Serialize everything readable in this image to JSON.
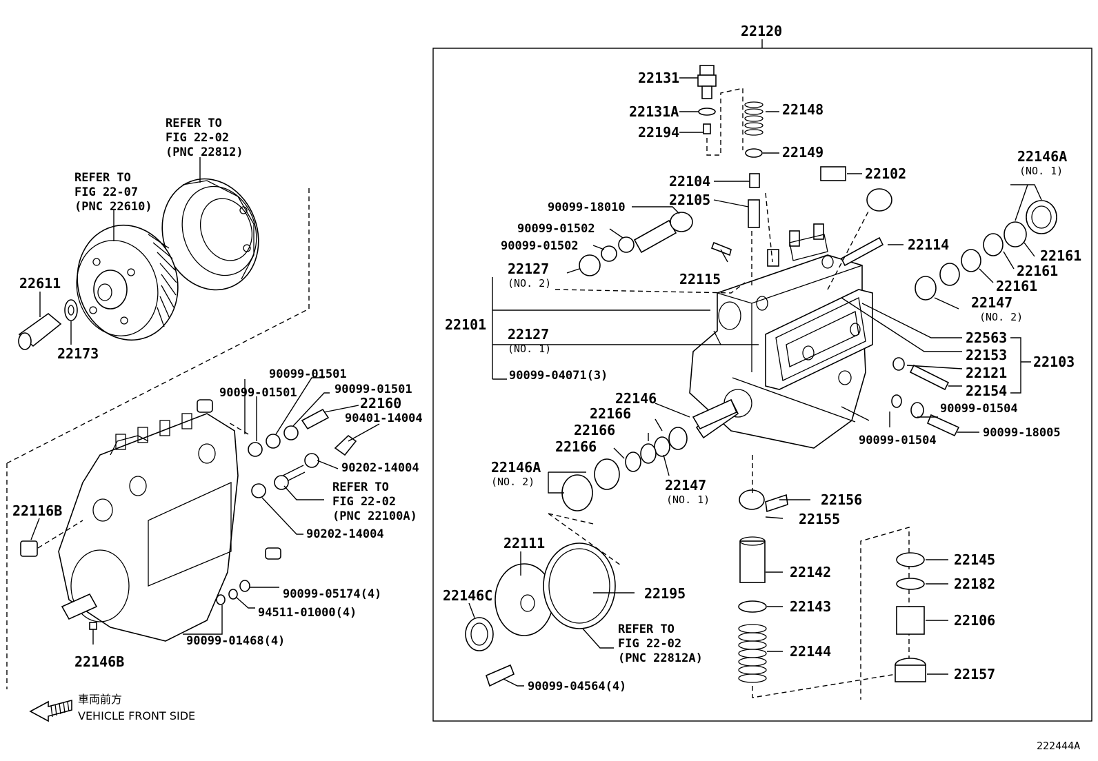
{
  "diagram_id": "222444A",
  "assembly_pnc": "22120",
  "front_note": {
    "jp": "車両前方",
    "en": "VEHICLE FRONT SIDE"
  },
  "left_group": [
    {
      "pnc": "22611"
    },
    {
      "pnc": "22173"
    },
    {
      "ref": "REFER TO",
      "fig": "FIG 22-07",
      "pnc": "(PNC 22610)"
    },
    {
      "ref": "REFER TO",
      "fig": "FIG 22-02",
      "pnc": "(PNC 22812)"
    },
    {
      "pnc": "90099-01501"
    },
    {
      "pnc": "90099-01501"
    },
    {
      "pnc": "90099-01501"
    },
    {
      "pnc": "22160"
    },
    {
      "pnc": "90401-14004"
    },
    {
      "pnc": "90202-14004"
    },
    {
      "ref": "REFER TO",
      "fig": "FIG 22-02",
      "pnc": "(PNC 22100A)"
    },
    {
      "pnc": "90202-14004"
    },
    {
      "pnc": "22116B"
    },
    {
      "pnc": "90099-05174(4)"
    },
    {
      "pnc": "94511-01000(4)"
    },
    {
      "pnc": "90099-01468(4)"
    },
    {
      "pnc": "22146B"
    }
  ],
  "main_group": [
    {
      "pnc": "22131"
    },
    {
      "pnc": "22131A"
    },
    {
      "pnc": "22194"
    },
    {
      "pnc": "22148"
    },
    {
      "pnc": "22149"
    },
    {
      "pnc": "22104"
    },
    {
      "pnc": "22105"
    },
    {
      "pnc": "22102"
    },
    {
      "pnc": "22146A",
      "note": "(NO. 1)"
    },
    {
      "pnc": "90099-18010"
    },
    {
      "pnc": "90099-01502"
    },
    {
      "pnc": "90099-01502"
    },
    {
      "pnc": "22127",
      "note": "(NO. 2)"
    },
    {
      "pnc": "22115"
    },
    {
      "pnc": "22114"
    },
    {
      "pnc": "22161"
    },
    {
      "pnc": "22161"
    },
    {
      "pnc": "22161"
    },
    {
      "pnc": "22147",
      "note": "(NO. 2)"
    },
    {
      "pnc": "22101"
    },
    {
      "pnc": "22127",
      "note": "(NO. 1)"
    },
    {
      "pnc": "22563"
    },
    {
      "pnc": "22153"
    },
    {
      "pnc": "22121"
    },
    {
      "pnc": "22154"
    },
    {
      "pnc": "22103"
    },
    {
      "pnc": "90099-04071(3)"
    },
    {
      "pnc": "22146"
    },
    {
      "pnc": "22166"
    },
    {
      "pnc": "22166"
    },
    {
      "pnc": "22166"
    },
    {
      "pnc": "90099-01504"
    },
    {
      "pnc": "90099-01504"
    },
    {
      "pnc": "90099-18005"
    },
    {
      "pnc": "22146A",
      "note": "(NO. 2)"
    },
    {
      "pnc": "22147",
      "note": "(NO. 1)"
    },
    {
      "pnc": "22156"
    },
    {
      "pnc": "22155"
    },
    {
      "pnc": "22111"
    },
    {
      "pnc": "22195"
    },
    {
      "pnc": "22146C"
    },
    {
      "pnc": "22142"
    },
    {
      "pnc": "22143"
    },
    {
      "pnc": "22144"
    },
    {
      "ref": "REFER TO",
      "fig": "FIG 22-02",
      "pnc": "(PNC 22812A)"
    },
    {
      "pnc": "90099-04564(4)"
    },
    {
      "pnc": "22145"
    },
    {
      "pnc": "22182"
    },
    {
      "pnc": "22106"
    },
    {
      "pnc": "22157"
    }
  ]
}
